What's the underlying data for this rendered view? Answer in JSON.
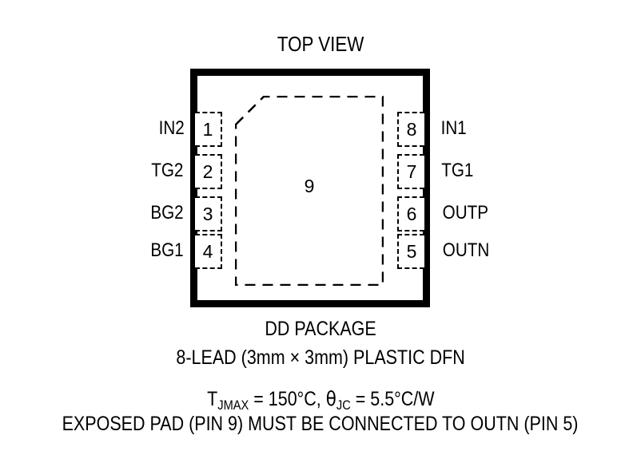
{
  "diagram": {
    "title": "TOP VIEW",
    "package": {
      "name": "DD PACKAGE",
      "lead_description": "8-LEAD (3mm × 3mm) PLASTIC DFN",
      "lead_count": "8-LEAD",
      "body_size": "3mm × 3mm",
      "body_type": "PLASTIC DFN"
    },
    "exposed_pad": {
      "number": "9",
      "note": "EXPOSED PAD (PIN 9) MUST BE CONNECTED TO OUTN (PIN 5)"
    },
    "thermal": {
      "tjmax_symbol": "T",
      "tjmax_subscript": "JMAX",
      "tjmax_value": "= 150°C,",
      "theta_symbol": "θ",
      "theta_subscript": "JC",
      "theta_value": "= 5.5°C/W",
      "full_text": "TJMAX = 150°C, θJC = 5.5°C/W"
    },
    "pins_left": [
      {
        "number": "1",
        "label": "IN2"
      },
      {
        "number": "2",
        "label": "TG2"
      },
      {
        "number": "3",
        "label": "BG2"
      },
      {
        "number": "4",
        "label": "BG1"
      }
    ],
    "pins_right": [
      {
        "number": "8",
        "label": "IN1"
      },
      {
        "number": "7",
        "label": "TG1"
      },
      {
        "number": "6",
        "label": "OUTP"
      },
      {
        "number": "5",
        "label": "OUTN"
      }
    ],
    "colors": {
      "line": "#000000",
      "background": "#ffffff",
      "text": "#000000"
    }
  }
}
